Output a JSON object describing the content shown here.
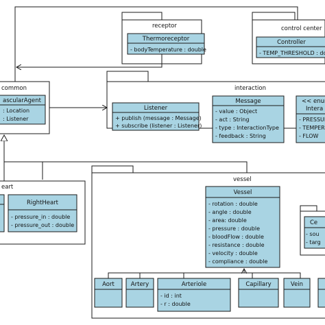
{
  "colors": {
    "class_fill": "#a9d4e3",
    "line": "#1a1a1a",
    "background": "#ffffff"
  },
  "packages": {
    "receptor": {
      "label": "receptor"
    },
    "control_center": {
      "label": "control center"
    },
    "common": {
      "label": "common"
    },
    "interaction": {
      "label": "interaction"
    },
    "heart": {
      "label": "eart"
    },
    "vessel": {
      "label": "vessel"
    }
  },
  "classes": {
    "thermoreceptor": {
      "name": "Thermoreceptor",
      "attrs": [
        "- bodyTemperature : double"
      ]
    },
    "controller": {
      "name": "Controller",
      "attrs": [
        "- TEMP_THRESHOLD : double"
      ]
    },
    "vascular_agent": {
      "name": "ascularAgent",
      "attrs": [
        ": Location",
        ": Listener"
      ]
    },
    "listener": {
      "name": "Listener",
      "attrs": [
        "+ publish (message : Message)",
        "+ subscribe (listener : Listener)"
      ]
    },
    "message": {
      "name": "Message",
      "attrs": [
        "- value : Object",
        "- act : String",
        "- type : InteractionType",
        "- feedback : String"
      ]
    },
    "interaction_type": {
      "name": "<< enum",
      "name2": "Intera",
      "attrs": [
        "- PRESSUR",
        "- TEMPER",
        "- FLOW"
      ]
    },
    "right_heart": {
      "name": "RightHeart",
      "attrs": [
        "- pressure_in : double",
        "- pressure_out : double"
      ]
    },
    "vessel": {
      "name": "Vessel",
      "attrs": [
        "- rotation : double",
        "- angle : double",
        "- area: double",
        "- pressure : double",
        "- bloodFlow : double",
        "- resistance : double",
        "- velocity : double",
        "- compliance : double"
      ]
    },
    "aort": {
      "name": "Aort"
    },
    "artery": {
      "name": "Artery"
    },
    "arteriole": {
      "name": "Arteriole",
      "attrs": [
        "- id : int",
        "- r : double"
      ]
    },
    "capillary": {
      "name": "Capillary"
    },
    "vein": {
      "name": "Vein"
    },
    "partial_c": {
      "name": "Ce",
      "attrs": [
        "- sou",
        "- targ"
      ]
    }
  }
}
